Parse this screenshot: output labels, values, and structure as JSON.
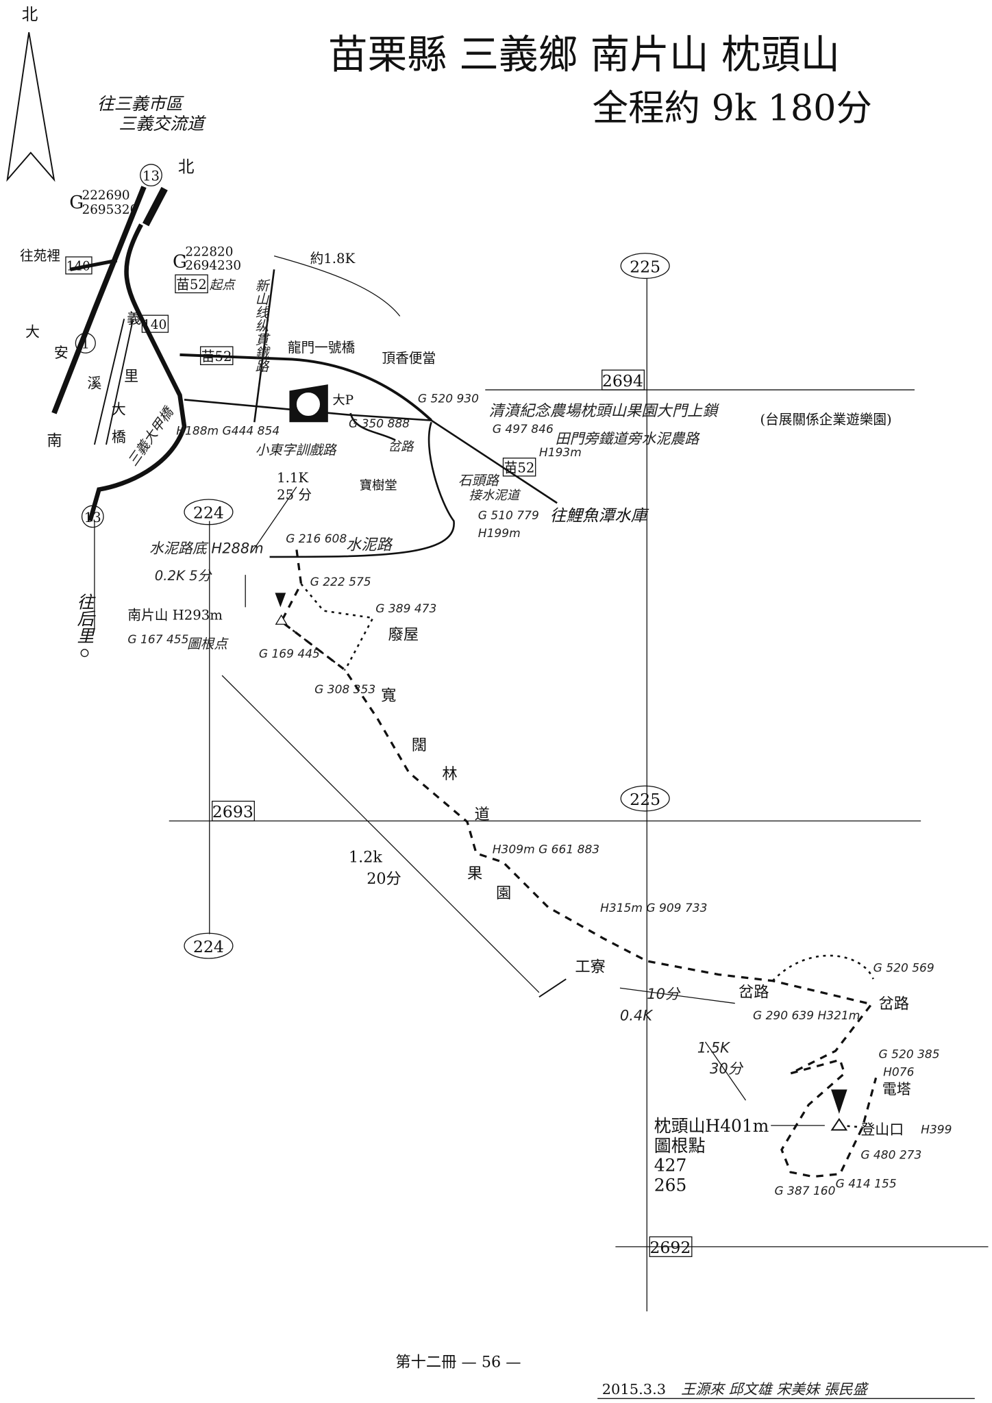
{
  "title": "苗栗縣 三義鄉  南片山 枕頭山",
  "subtitle": "全程約 9k  180分",
  "north_label": "北",
  "directions": {
    "to_city_1": "往三義市區",
    "to_city_2": "三義交流道",
    "north_road": "北",
    "to_yuanli": "往苑裡",
    "to_houli": "往后里",
    "to_reservoir": "往鯉魚潭水庫",
    "south": "南"
  },
  "grid": {
    "e_225_top": "225",
    "e_225_mid": "225",
    "e_224_top": "224",
    "e_224_bot": "224",
    "n_2694": "2694",
    "n_2693": "2693",
    "n_2692": "2692"
  },
  "roads": {
    "r13_top": "13",
    "r13_bot": "13",
    "r1": "1",
    "r140_a": "140",
    "r140_b": "140",
    "miao52_a": "苗52",
    "miao52_b": "苗52",
    "miao52_c": "苗52"
  },
  "coords": {
    "g1_top": "222690",
    "g1_bot": "2695320",
    "g2_top": "222820",
    "g2_bot": "2694230",
    "g_prefix": "G"
  },
  "places": {
    "start": "起点",
    "rail": "新山线纵貫鐵路",
    "river_left": [
      "大",
      "安",
      "溪"
    ],
    "river_right": [
      "義",
      "里",
      "大",
      "橋"
    ],
    "bridge": "三義大甲橋",
    "longmen": "龍門一號橋",
    "bento": "頂香便當",
    "parking": "大P",
    "temple": "寶樹堂",
    "farm": "清濆紀念農場枕頭山果園大門上鎖",
    "farm_note": "(台展關係企業遊樂園)",
    "farm_road": "田門旁鐵道旁水泥農路",
    "stone_road": "石頭路",
    "cement_road_1": "接水泥道",
    "cement_road": "水泥路",
    "cement_end": "水泥路底 H288m",
    "xiao_road": "小東字訓戲路",
    "fork_road": "岔路",
    "ruin": "廢屋",
    "wide_forest": [
      "寬",
      "闊",
      "林",
      "道"
    ],
    "orchard": [
      "果",
      "園"
    ],
    "hut": "工寮",
    "fork1": "岔路",
    "fork2": "岔路",
    "tower": "電塔",
    "trailhead": "登山口",
    "nanpian": "南片山 H293m",
    "nanpian_note": "圖根点",
    "zhentou": "枕頭山H401m",
    "zhentou_note": "圖根點",
    "zhentou_n1": "427",
    "zhentou_n2": "265"
  },
  "distances": {
    "d18": "約1.8K",
    "d11": "1.1K",
    "t25": "25 分",
    "d02": "0.2K 5分",
    "d12": "1.2k",
    "t20": "20分",
    "t10": "10分",
    "d04": "0.4K",
    "d15": "1.5K",
    "t30": "30分"
  },
  "gps": {
    "p1": "G 350 888",
    "p1h": "H188m G444 854",
    "p2": "G 520 930",
    "p3": "G 497 846",
    "p3h": "H193m",
    "p4": "G 510 779",
    "p4h": "H199m",
    "p5": "G 216 608",
    "p6": "G 222 575",
    "p7": "G 389 473",
    "p8": "G 167 455",
    "p9": "G 169 445",
    "p10": "G 308 353",
    "p11": "H309m G 661 883",
    "p12": "H315m G 909 733",
    "p13": "G 290 639 H321m",
    "p14": "G 520 569",
    "p15": "G 520 385",
    "p16": "H076",
    "p17": "H399",
    "p18": "G 480 273",
    "p19": "G 387 160",
    "p20": "G 414 155"
  },
  "footer": {
    "page": "第十二冊 — 56 —",
    "date": "2015.3.3",
    "authors": "王源來  邱文雄  宋美妹  張民盛"
  }
}
